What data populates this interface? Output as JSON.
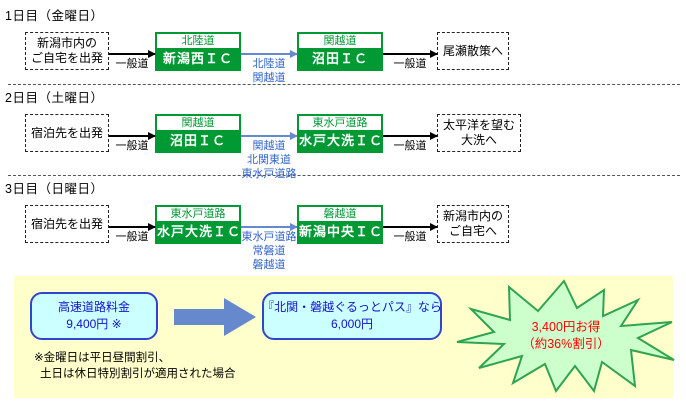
{
  "colors": {
    "highway_green": "#009933",
    "route_label_blue": "#3366cc",
    "arrow_blue": "#6688cc",
    "panel_yellow": "#ffffcc",
    "price_box_cyan": "#ccffff",
    "price_box_border_blue": "#3344cc",
    "price_text_blue": "#1111cc",
    "savings_red": "#ff0000",
    "burst_fill_green": "#ccffcc",
    "burst_stroke_green": "#2fa44f"
  },
  "days": [
    {
      "title": "1日目（金曜日）",
      "start": [
        "新潟市内の",
        "ご自宅を出発"
      ],
      "road1": "一般道",
      "ic1": {
        "route": "北陸道",
        "name": "新潟西ＩＣ"
      },
      "transfer": [
        "北陸道",
        "関越道"
      ],
      "ic2": {
        "route": "関越道",
        "name": "沼田ＩＣ"
      },
      "road2": "一般道",
      "end": [
        "尾瀬散策へ"
      ]
    },
    {
      "title": "2日目（土曜日）",
      "start": [
        "宿泊先を出発"
      ],
      "road1": "一般道",
      "ic1": {
        "route": "関越道",
        "name": "沼田ＩＣ"
      },
      "transfer": [
        "関越道",
        "北関東道",
        "東水戸道路"
      ],
      "ic2": {
        "route": "東水戸道路",
        "name": "水戸大洗ＩＣ"
      },
      "road2": "一般道",
      "end": [
        "太平洋を望む",
        "大洗へ"
      ]
    },
    {
      "title": "3日目（日曜日）",
      "start": [
        "宿泊先を出発"
      ],
      "road1": "一般道",
      "ic1": {
        "route": "東水戸道路",
        "name": "水戸大洗ＩＣ"
      },
      "transfer": [
        "東水戸道路",
        "常磐道",
        "磐越道"
      ],
      "ic2": {
        "route": "磐越道",
        "name": "新潟中央ＩＣ"
      },
      "road2": "一般道",
      "end": [
        "新潟市内の",
        "ご自宅へ"
      ]
    }
  ],
  "summary": {
    "before": {
      "line1": "高速道路料金",
      "line2": "9,400円 ※"
    },
    "after": {
      "line1": "『北関・磐越ぐるっとパス』なら",
      "line2": "6,000円"
    },
    "savings": {
      "line1": "3,400円お得",
      "line2": "（約36%割引）"
    },
    "note": [
      "※金曜日は平日昼間割引、",
      "土日は休日特別割引が適用された場合"
    ]
  }
}
